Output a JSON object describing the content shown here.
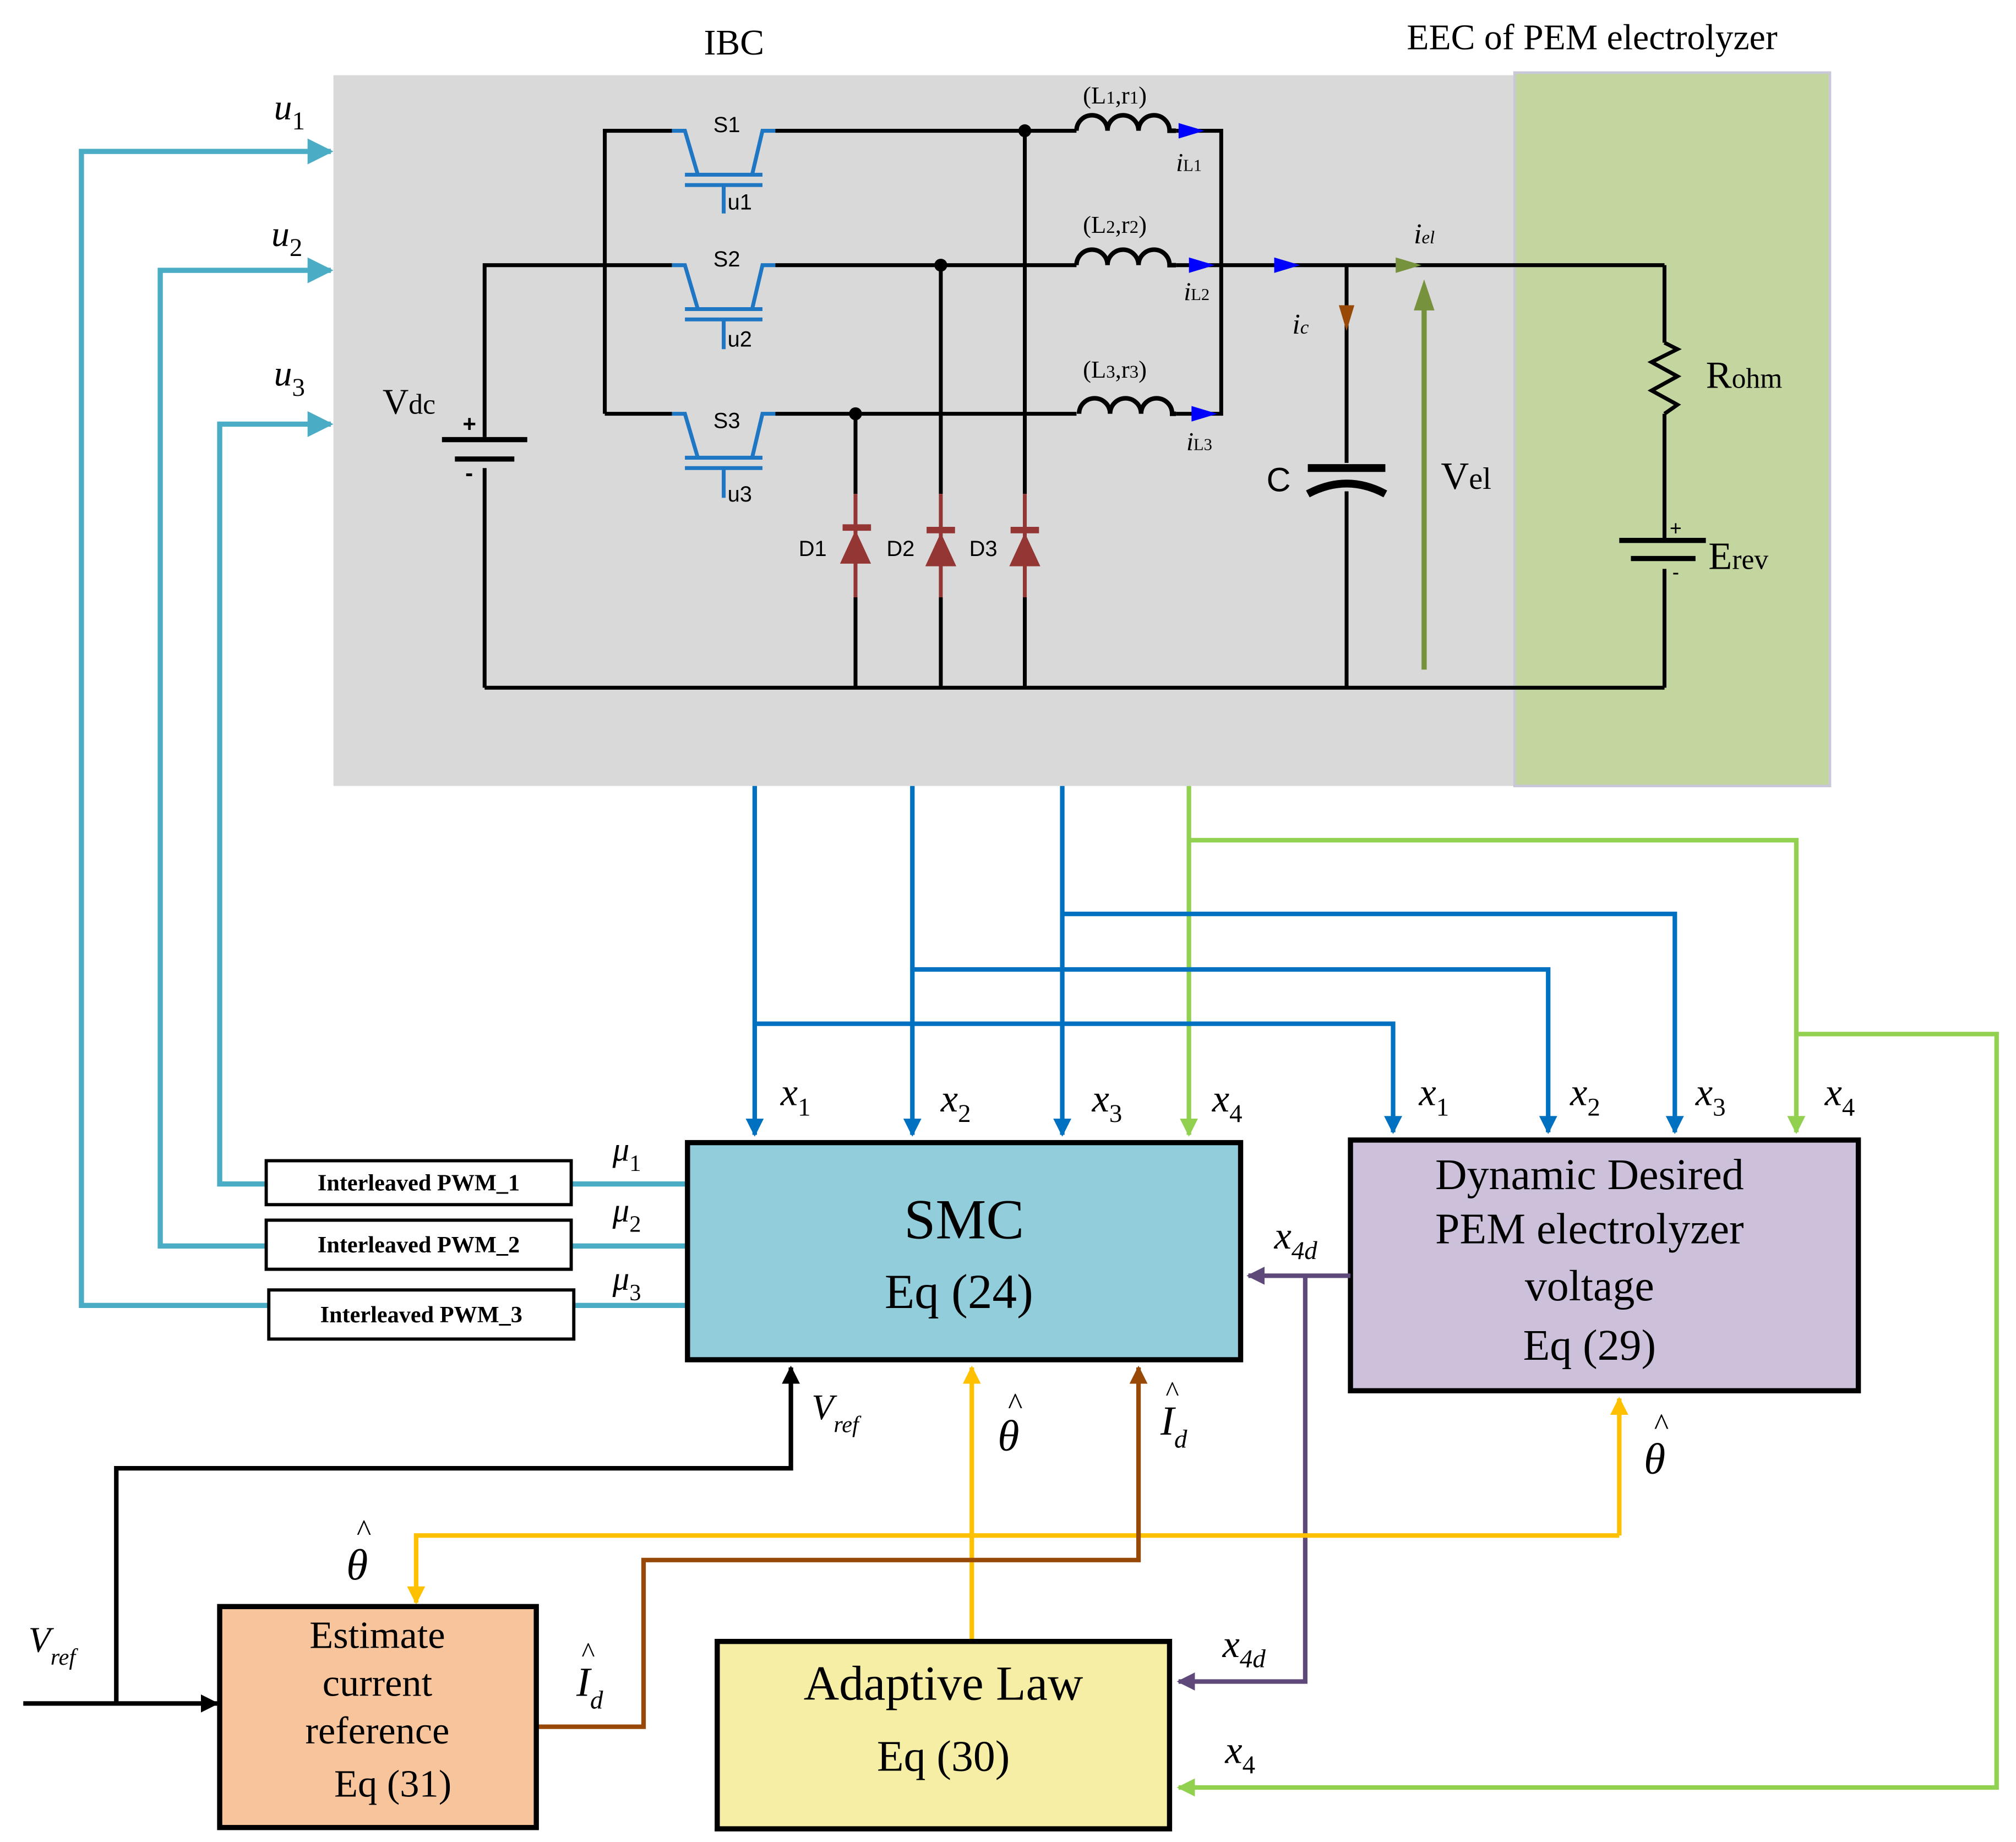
{
  "colors": {
    "ibc_background": "#d9d9d9",
    "eec_background": "#c4d6a0",
    "switch_blue": "#1f77c4",
    "diode_red": "#943634",
    "pwm_signal": "#4bacc6",
    "state_blue": "#0070c0",
    "x4_green": "#92d050",
    "theta_yellow": "#ffc000",
    "id_brown": "#984807",
    "x4d_purple": "#5f497a",
    "current_arrow_blue": "#0000ff",
    "vel_green": "#76923c",
    "smc_fill": "#92cddc",
    "ddv_fill": "#ccc0da",
    "ecr_fill": "#f8c49c",
    "adaptive_fill": "#f7eea6"
  },
  "sections": {
    "ibc_title": "IBC",
    "eec_title": "EEC of PEM electrolyzer"
  },
  "circuit": {
    "vdc": {
      "main": "V",
      "sub": "dc"
    },
    "switches": [
      {
        "name": "S1",
        "gate": "u1"
      },
      {
        "name": "S2",
        "gate": "u2"
      },
      {
        "name": "S3",
        "gate": "u3"
      }
    ],
    "diodes": [
      "D1",
      "D2",
      "D3"
    ],
    "inductors": [
      {
        "label": "(L1,r1)",
        "L": "L",
        "Lsub": "1",
        "r": "r",
        "rsub": "1",
        "current": "i",
        "current_sub": "L1"
      },
      {
        "label": "(L2,r2)",
        "L": "L",
        "Lsub": "2",
        "r": "r",
        "rsub": "2",
        "current": "i",
        "current_sub": "L2"
      },
      {
        "label": "(L3,r3)",
        "L": "L",
        "Lsub": "3",
        "r": "r",
        "rsub": "3",
        "current": "i",
        "current_sub": "L3"
      }
    ],
    "capacitor": "C",
    "ic": {
      "main": "i",
      "sub": "c"
    },
    "iel": {
      "main": "i",
      "sub": "el"
    },
    "vel": {
      "main": "V",
      "sub": "el"
    },
    "rohm": {
      "main": "R",
      "sub": "ohm"
    },
    "erev": {
      "main": "E",
      "sub": "rev"
    },
    "plus": "+",
    "minus": "-"
  },
  "inputs_u": [
    {
      "main": "u",
      "sub": "1"
    },
    {
      "main": "u",
      "sub": "2"
    },
    {
      "main": "u",
      "sub": "3"
    }
  ],
  "pwm_blocks": [
    {
      "label": "Interleaved PWM_1",
      "mu": "μ",
      "mu_sub": "1"
    },
    {
      "label": "Interleaved PWM_2",
      "mu": "μ",
      "mu_sub": "2"
    },
    {
      "label": "Interleaved PWM_3",
      "mu": "μ",
      "mu_sub": "3"
    }
  ],
  "smc_block": {
    "line1": "SMC",
    "line2": "Eq (24)"
  },
  "ddv_block": {
    "line1": "Dynamic Desired",
    "line2": "PEM electrolyzer",
    "line3": "voltage",
    "line4": "Eq (29)"
  },
  "ecr_block": {
    "line1": "Estimate",
    "line2": "current",
    "line3": "reference",
    "line4": "Eq (31)"
  },
  "adaptive_block": {
    "line1": "Adaptive Law",
    "line2": "Eq (30)"
  },
  "state_labels": [
    {
      "main": "x",
      "sub": "1"
    },
    {
      "main": "x",
      "sub": "2"
    },
    {
      "main": "x",
      "sub": "3"
    },
    {
      "main": "x",
      "sub": "4"
    }
  ],
  "signals": {
    "x4d": {
      "main": "x",
      "sub": "4d"
    },
    "x4": {
      "main": "x",
      "sub": "4"
    },
    "vref": {
      "main": "V",
      "sub": "ref"
    },
    "theta_hat": "θ",
    "hat": "^",
    "id_hat": {
      "main": "I",
      "sub": "d"
    }
  }
}
